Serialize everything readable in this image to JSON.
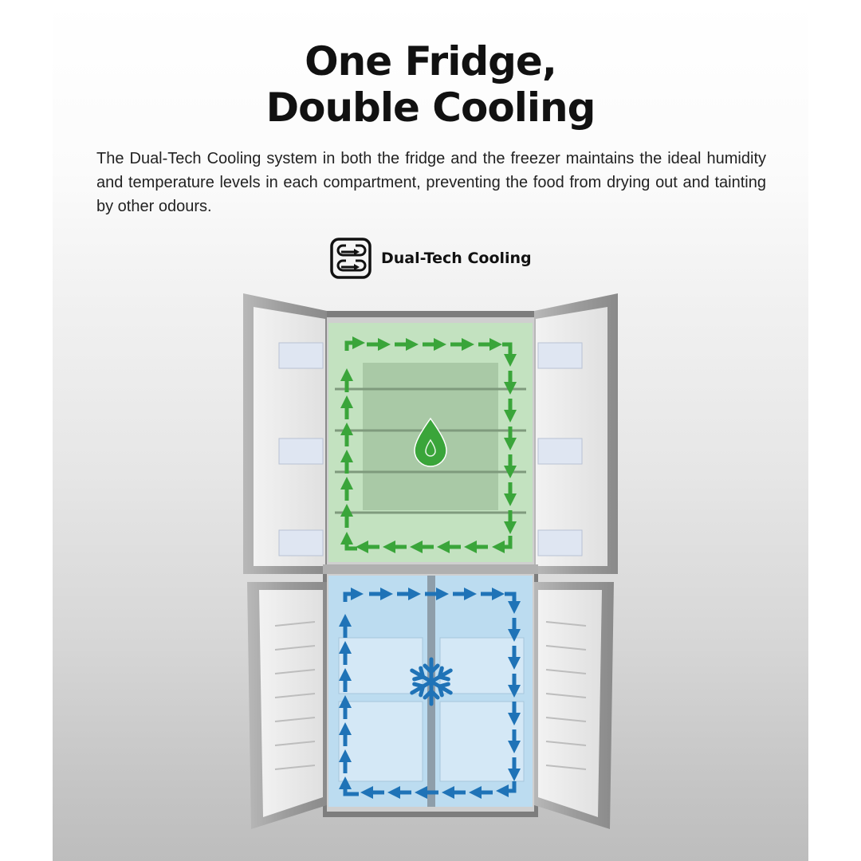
{
  "header": {
    "title_line1": "One Fridge,",
    "title_line2": "Double Cooling",
    "description": "The Dual-Tech Cooling system in both the fridge and the freezer maintains the ideal humidity and temperature levels in each compartment, preventing the food from drying out and tainting by other odours."
  },
  "feature_badge": {
    "icon": "dual-loop-arrows-icon",
    "label": "Dual-Tech Cooling"
  },
  "diagram": {
    "fridge_compartment": {
      "icon": "water-drop-icon",
      "airflow_color": "#3aa53a",
      "tint_color": "#bfe3bf"
    },
    "freezer_compartment": {
      "icon": "snowflake-icon",
      "airflow_color": "#1f73b7",
      "tint_color": "#bcdcf0"
    }
  },
  "colors": {
    "text": "#111111",
    "steel": "#9a9a9a",
    "steel_dark": "#5a5a5a"
  }
}
